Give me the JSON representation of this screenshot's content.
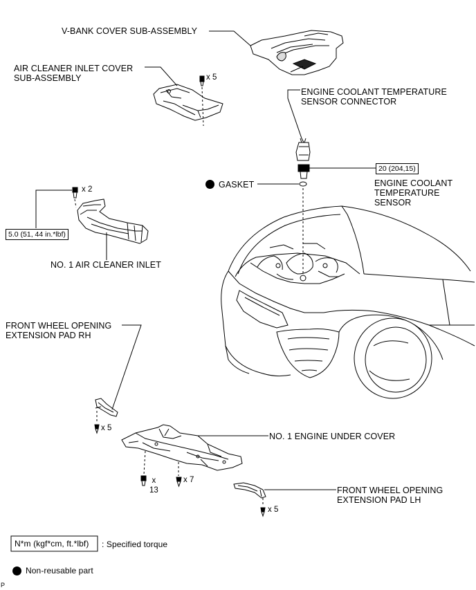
{
  "labels": {
    "v_bank_cover": "V-BANK COVER SUB-ASSEMBLY",
    "air_cleaner_inlet_cover": "AIR CLEANER INLET COVER\nSUB-ASSEMBLY",
    "ect_sensor_connector": "ENGINE COOLANT TEMPERATURE\nSENSOR CONNECTOR",
    "gasket": "GASKET",
    "ect_sensor": "ENGINE COOLANT\nTEMPERATURE\nSENSOR",
    "no1_air_cleaner_inlet": "NO. 1 AIR CLEANER INLET",
    "front_wheel_pad_rh": "FRONT WHEEL OPENING\nEXTENSION PAD RH",
    "no1_engine_under_cover": "NO. 1 ENGINE UNDER COVER",
    "front_wheel_pad_lh": "FRONT WHEEL OPENING\nEXTENSION PAD LH"
  },
  "torques": {
    "ect_sensor": "20 (204,15)",
    "air_cleaner_inlet": "5.0 (51, 44 in.*lbf)"
  },
  "quantities": {
    "cover_bolts": "x 5",
    "inlet_bolts": "x 2",
    "pad_rh_clips": "x 5",
    "under_cover_bolts": "x\n13",
    "under_cover_clips": "x 7",
    "pad_lh_clips": "x 5"
  },
  "legend": {
    "torque_box": "N*m (kgf*cm, ft.*lbf)",
    "torque_text": ": Specified torque",
    "nonreusable_text": "Non-reusable part"
  },
  "corner_mark": "P"
}
